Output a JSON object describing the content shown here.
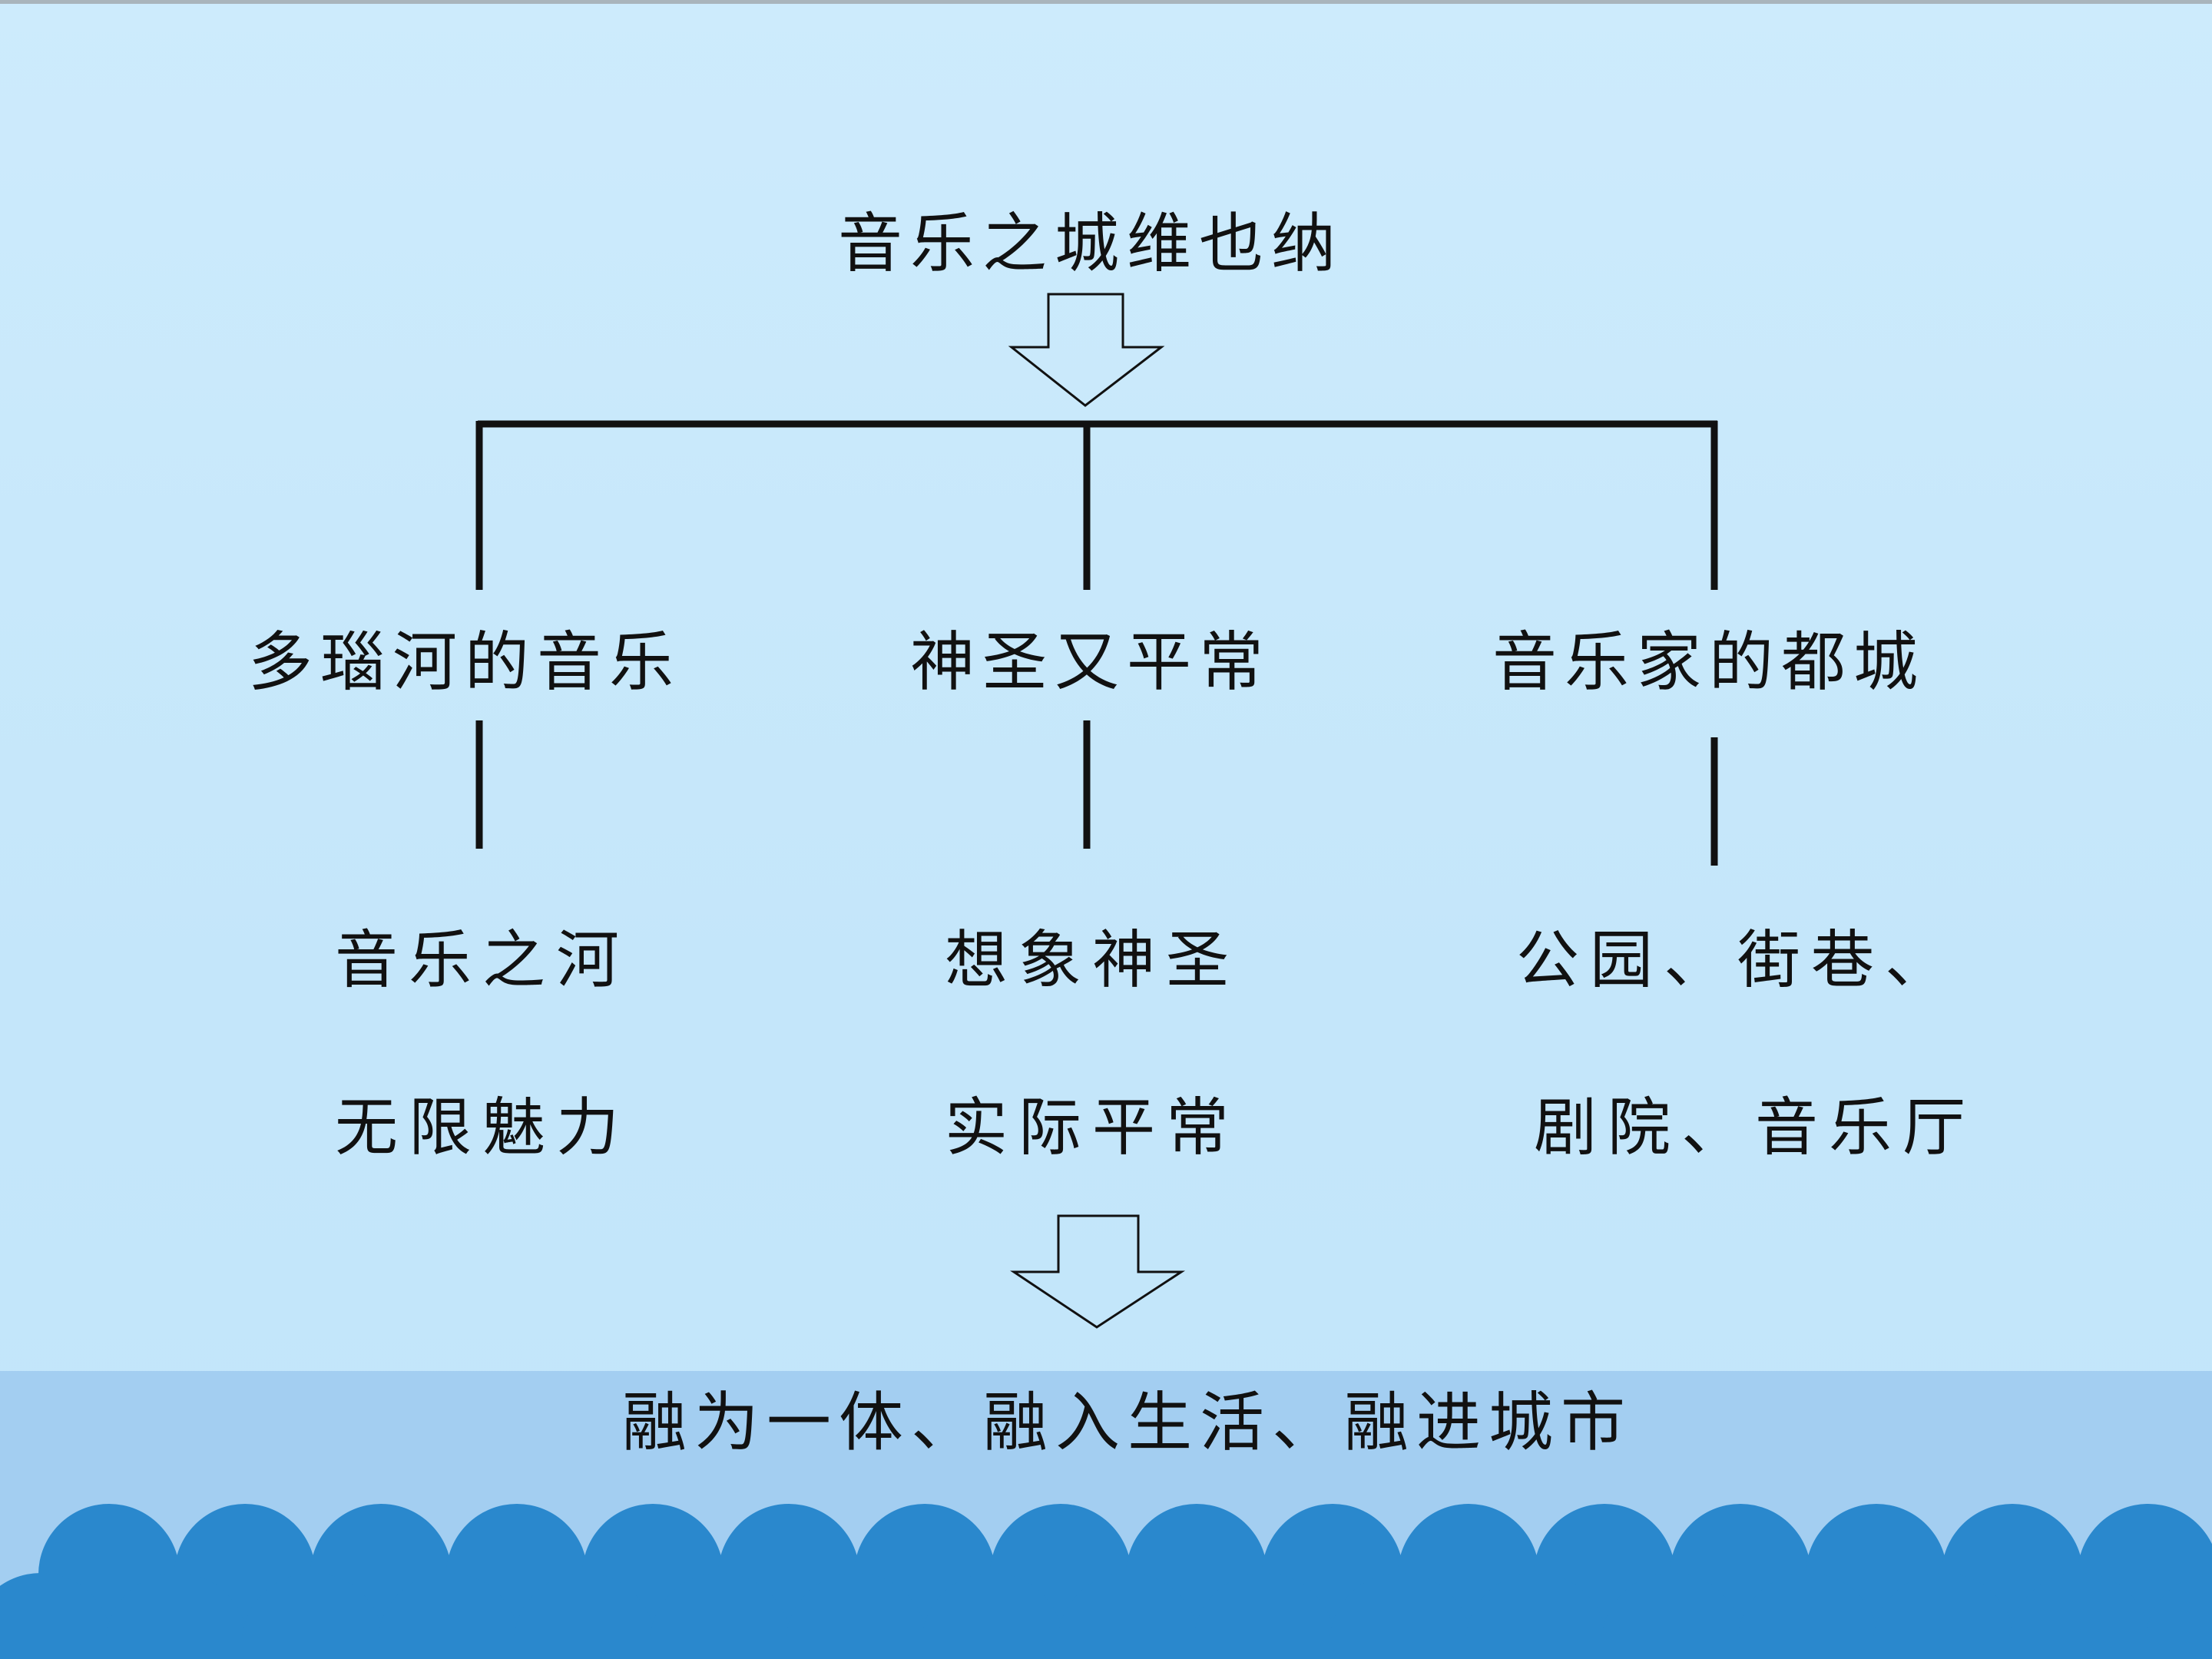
{
  "diagram": {
    "title": "音乐之城维也纳",
    "branches": [
      {
        "title": "多瑙河的音乐",
        "lines": [
          "音乐之河",
          "无限魅力"
        ]
      },
      {
        "title": "神圣又平常",
        "lines": [
          "想象神圣",
          "实际平常"
        ]
      },
      {
        "title": "音乐家的都城",
        "lines": [
          "公园、街巷、",
          "剧院、音乐厅"
        ]
      }
    ],
    "conclusion": "融为一体、融入生活、融进城市"
  },
  "colors": {
    "background": "#c8e8fb",
    "band": "#a3cef1",
    "wave": "#2a88cd",
    "line": "#111111",
    "text": "#111111"
  }
}
